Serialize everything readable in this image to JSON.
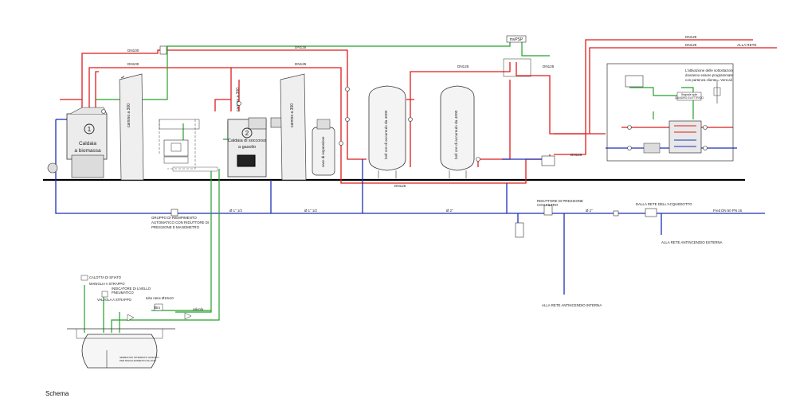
{
  "caption": "Schema",
  "boilers": [
    {
      "number": "1",
      "line1": "Caldaia",
      "line2": "a biomassa"
    },
    {
      "number": "2",
      "line1": "Caldaia di soccorso",
      "line2": "a gasolio"
    }
  ],
  "pipe_labels": {
    "dn100_a": "DN100",
    "dn100_b": "DN100",
    "dn125_top": "DN125",
    "dn125_mid": "DN125",
    "dn125_tank": "DN125",
    "dn125_right": "DN125",
    "dn125_lower": "DN125",
    "dn125_bottom": "DN125",
    "dn125_rete": "DN125",
    "dn125_rete2": "DN125",
    "alla_rete": "ALLA RETE"
  },
  "water_line": {
    "d1": "Ø 1\" 1/2",
    "d2": "Ø 1\" 1/2",
    "d3": "Ø 2\"",
    "d4": "Ø 2\"",
    "inlet": "Fred DN 50 PN 16"
  },
  "notes": {
    "attivazione": [
      "L'attivazione delle sottostazioni",
      "dovranno essere programmate",
      "con partenza cliente = Vent.ali"
    ],
    "gruppo": [
      "GRUPPO DI RIEMPIMENTO",
      "AUTOMATICO CON RIDUTTORE DI",
      "PRESSIONE E MANOMETRO"
    ],
    "riduttore": [
      "RIDUTTORE DI PRESSIONE",
      "CON FILTRO"
    ],
    "dalla_rete": "DALLA RETE DELL'ACQUEDOTTO",
    "antincendio_esterna": "ALLA RETE ANTINCENDIO ESTERNA",
    "antincendio_interna": "ALLA RETE ANTINCENDIO INTERNA"
  },
  "tank_labels": {
    "puffer1": "boll ore    di   accumulo    da  4000",
    "puffer2": "boll ore    di   accumulo    da  4000",
    "espansione": "vaso di espansione"
  },
  "chimneys": {
    "c1": "camino   a   300",
    "c2": "camino   a   300",
    "c3": "camino   a   300"
  },
  "panels": {
    "mvpsp": "mvPSP",
    "spie": "Segnale spie",
    "quadro": "QUADRO ELETTRICO"
  },
  "oil_tank": {
    "calotta": "CALOTTA DI SFIATO",
    "manichetta": "MANIGLIA A STRAPPO",
    "indicatore": [
      "INDICATORE DI LIVELLO",
      "PNEUMATICO"
    ],
    "valvola": "VALVOLA A STRAPPO",
    "tubo": "tubo rame Ø10x10",
    "filtro": "filtro",
    "valvola2": "valvola",
    "serbatoio": [
      "SERBATOIO INTERRATO GASOLIO",
      "PER RISCALDAMENTO DA 10.00"
    ]
  },
  "colors": {
    "hot": "#e01b1b",
    "cold": "#1d2fb8",
    "green": "#24a02b",
    "floor": "#000000",
    "gray": "#7a7a7a"
  }
}
